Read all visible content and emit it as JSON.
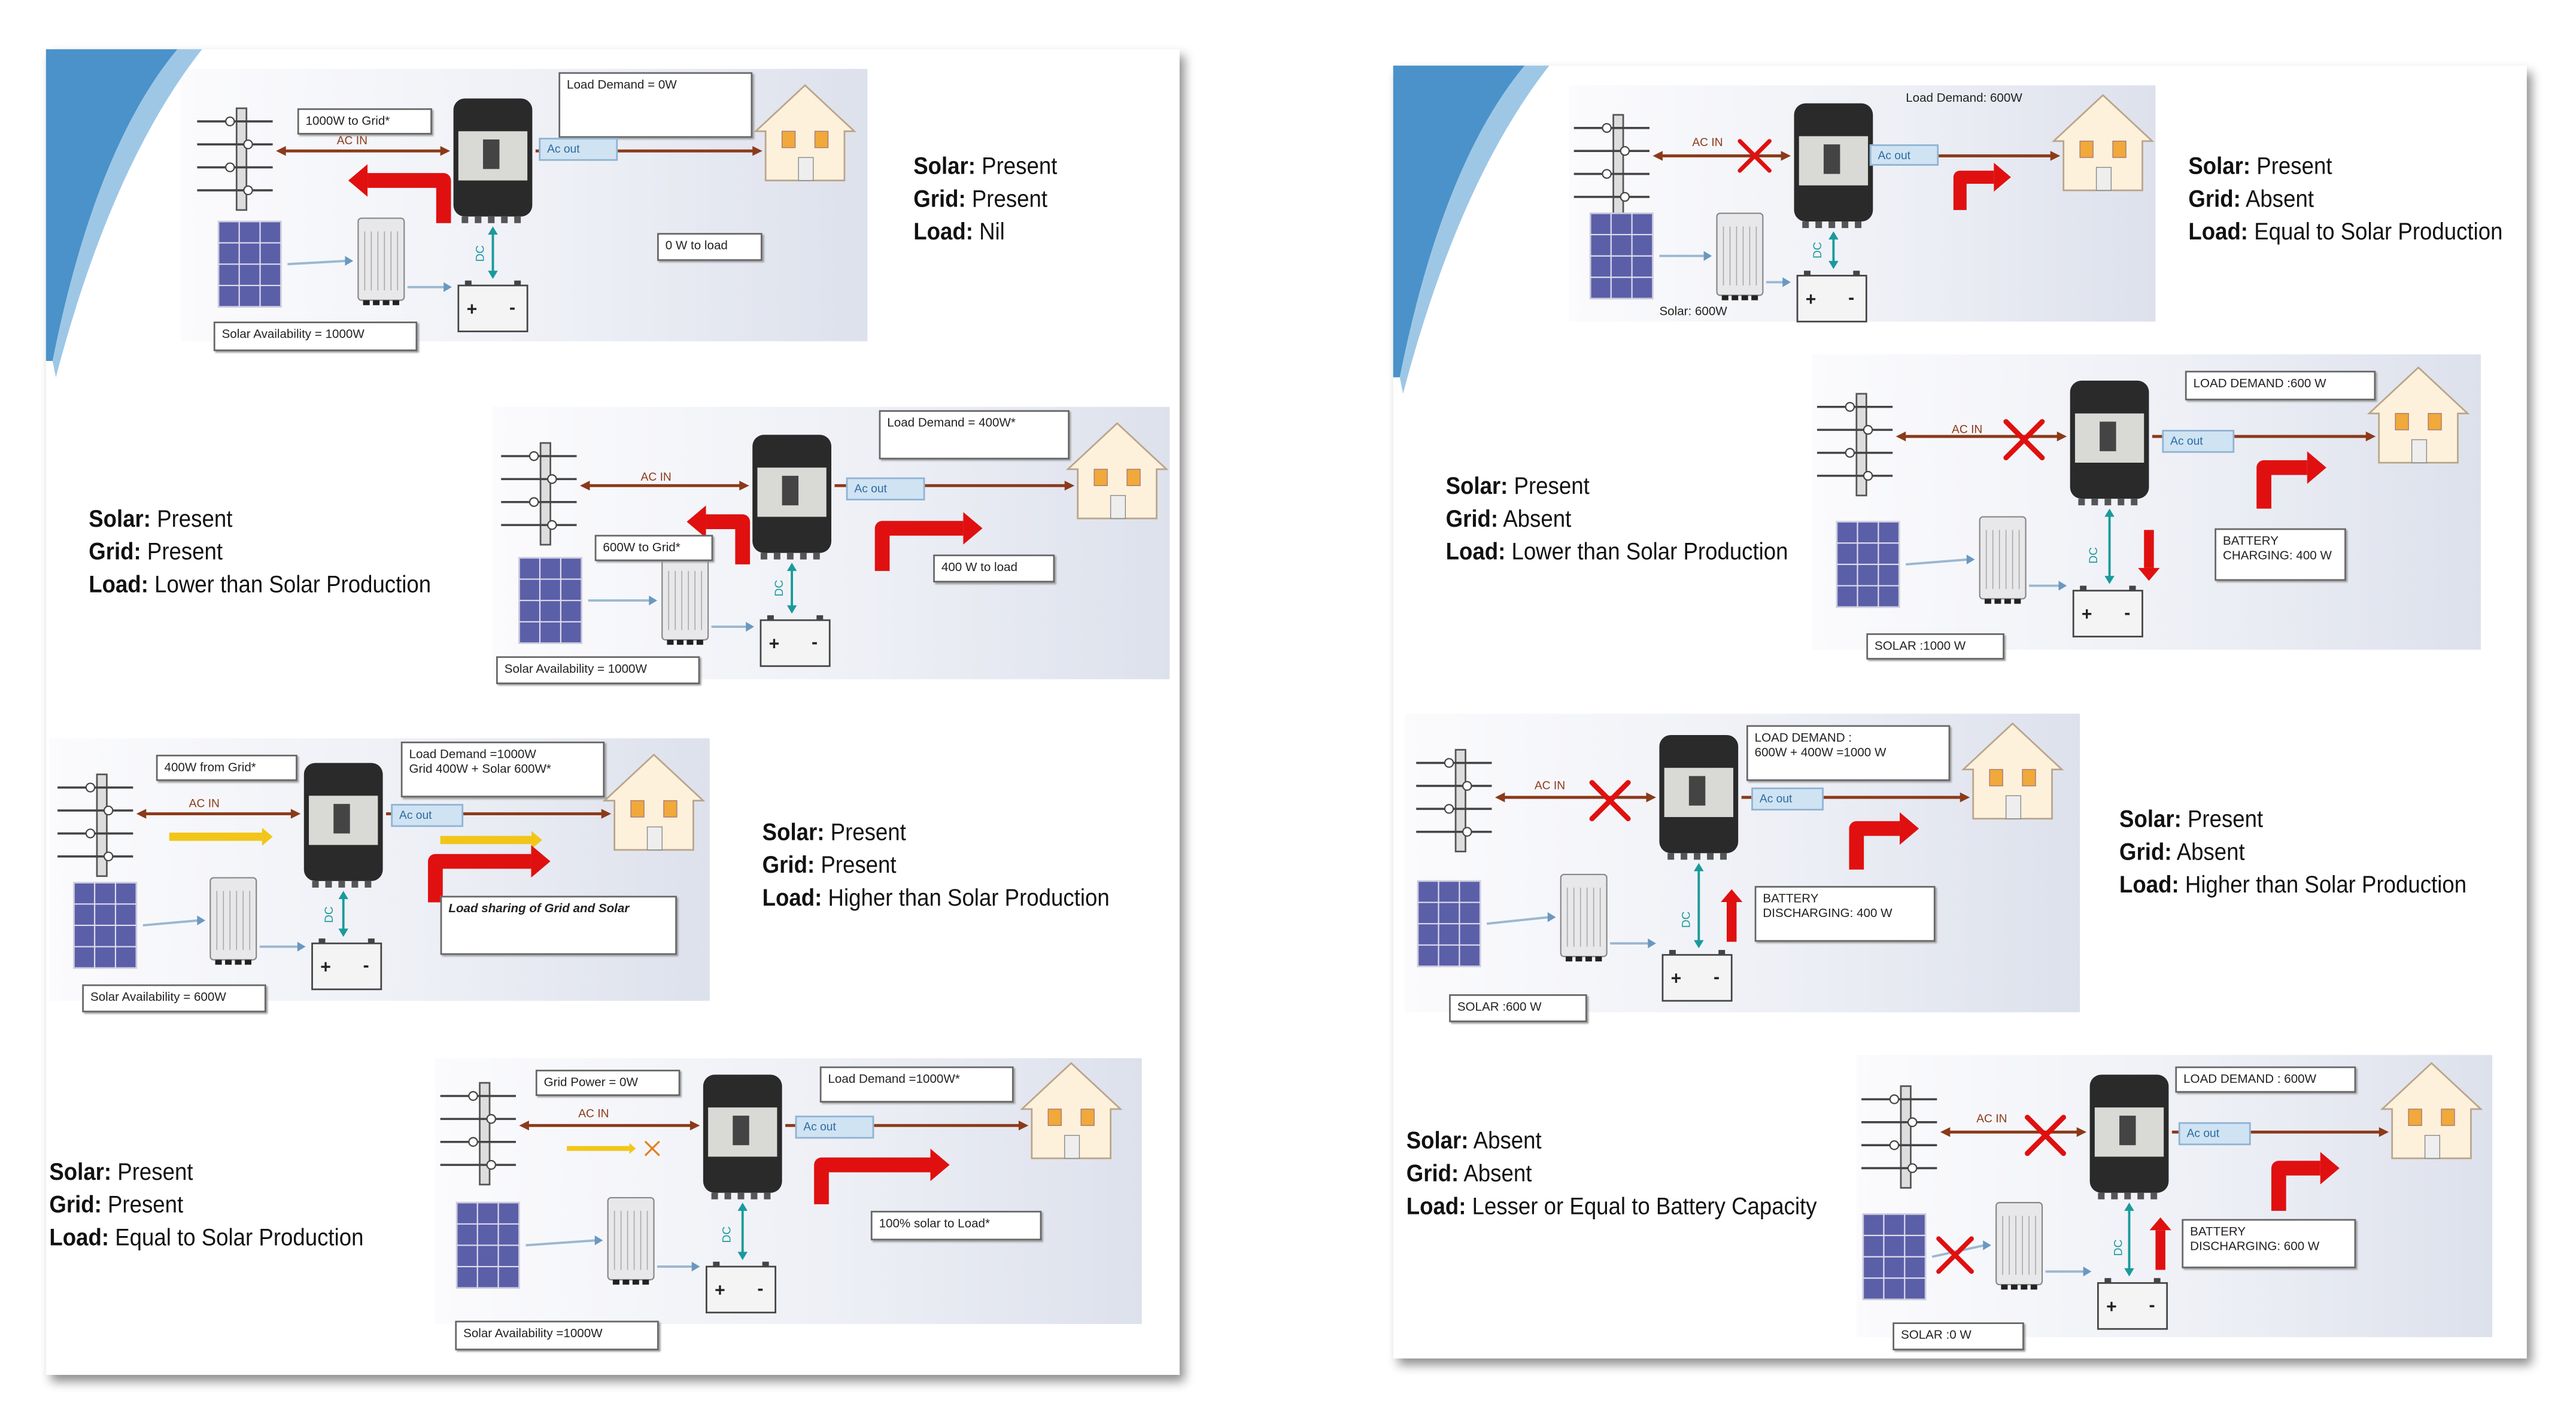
{
  "colors": {
    "flow_red": "#e01010",
    "flow_yellow": "#f2c618",
    "ac_line": "#8b3a1a",
    "dc_line": "#1a9a9a",
    "swoosh_blue": "#2a7fc0",
    "pv_blue": "#5b5fa8"
  },
  "left_card": {
    "panels": [
      {
        "status": [
          {
            "key": "Solar:",
            "value": "Present"
          },
          {
            "key": "Grid:",
            "value": "Present"
          },
          {
            "key": "Load:",
            "value": "Nil"
          }
        ],
        "labels": [
          "1000W to Grid*",
          "AC IN",
          "Load Demand = 0W",
          "Ac out",
          "0 W to load",
          "Solar Availability = 1000W",
          "DC"
        ],
        "ac_in_blocked": false,
        "solar_blocked": false
      },
      {
        "status": [
          {
            "key": "Solar:",
            "value": "Present"
          },
          {
            "key": "Grid:",
            "value": "Present"
          },
          {
            "key": "Load:",
            "value": "Lower than Solar Production"
          }
        ],
        "labels": [
          "Load Demand = 400W*",
          "AC IN",
          "Ac out",
          "600W to Grid*",
          "400 W to load",
          "Solar Availability = 1000W",
          "DC"
        ],
        "ac_in_blocked": false,
        "solar_blocked": false
      },
      {
        "status": [
          {
            "key": "Solar:",
            "value": "Present"
          },
          {
            "key": "Grid:",
            "value": "Present"
          },
          {
            "key": "Load:",
            "value": "Higher than Solar Production"
          }
        ],
        "labels": [
          "400W from Grid*",
          "AC IN",
          "Load Demand =1000W\nGrid 400W + Solar 600W*",
          "Ac out",
          "Load sharing of Grid and Solar",
          "Solar Availability = 600W",
          "DC"
        ],
        "ac_in_blocked": false,
        "solar_blocked": false
      },
      {
        "status": [
          {
            "key": "Solar:",
            "value": "Present"
          },
          {
            "key": "Grid:",
            "value": "Present"
          },
          {
            "key": "Load:",
            "value": "Equal to Solar Production"
          }
        ],
        "labels": [
          "Grid Power = 0W",
          "AC IN",
          "Load Demand =1000W*",
          "Ac out",
          "100% solar to Load*",
          "Solar Availability =1000W",
          "DC"
        ],
        "ac_in_blocked": false,
        "solar_blocked": false
      }
    ]
  },
  "right_card": {
    "panels": [
      {
        "status": [
          {
            "key": "Solar:",
            "value": "Present"
          },
          {
            "key": "Grid:",
            "value": "Absent"
          },
          {
            "key": "Load:",
            "value": "Equal to Solar Production"
          }
        ],
        "labels": [
          "Load Demand: 600W",
          "AC IN",
          "Ac out",
          "Solar: 600W",
          "DC"
        ],
        "ac_in_blocked": true,
        "solar_blocked": false
      },
      {
        "status": [
          {
            "key": "Solar:",
            "value": "Present"
          },
          {
            "key": "Grid:",
            "value": "Absent"
          },
          {
            "key": "Load:",
            "value": "Lower than Solar Production"
          }
        ],
        "labels": [
          "LOAD DEMAND :600 W",
          "AC IN",
          "Ac out",
          "BATTERY\nCHARGING: 400 W",
          "SOLAR :1000 W",
          "DC"
        ],
        "ac_in_blocked": true,
        "solar_blocked": false
      },
      {
        "status": [
          {
            "key": "Solar:",
            "value": "Present"
          },
          {
            "key": "Grid:",
            "value": "Absent"
          },
          {
            "key": "Load:",
            "value": "Higher than Solar Production"
          }
        ],
        "labels": [
          "LOAD DEMAND :\n600W + 400W =1000 W",
          "AC IN",
          "Ac out",
          "BATTERY\nDISCHARGING: 400 W",
          "SOLAR :600 W",
          "DC"
        ],
        "ac_in_blocked": true,
        "solar_blocked": false
      },
      {
        "status": [
          {
            "key": "Solar:",
            "value": "Absent"
          },
          {
            "key": "Grid:",
            "value": "Absent"
          },
          {
            "key": "Load:",
            "value": "Lesser or Equal to Battery Capacity"
          }
        ],
        "labels": [
          "LOAD DEMAND : 600W",
          "AC IN",
          "Ac out",
          "BATTERY\nDISCHARGING: 600 W",
          "SOLAR :0 W",
          "DC"
        ],
        "ac_in_blocked": true,
        "solar_blocked": true
      }
    ]
  }
}
